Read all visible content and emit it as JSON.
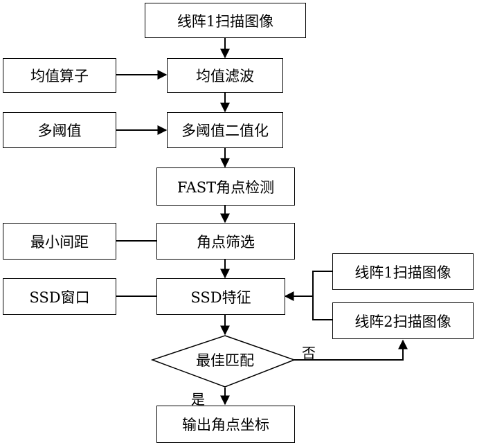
{
  "main": {
    "scan_image_1": "线阵1扫描图像",
    "mean_filter": "均值滤波",
    "multi_binarize": "多阈值二值化",
    "fast_detect": "FAST角点检测",
    "corner_select": "角点筛选",
    "ssd_feature": "SSD特征",
    "best_match": "最佳匹配",
    "output_coords": "输出角点坐标"
  },
  "inputs": {
    "mean_operator": "均值算子",
    "multi_threshold": "多阈值",
    "min_distance": "最小间距",
    "ssd_window": "SSD窗口"
  },
  "right": {
    "scan_image_1": "线阵1扫描图像",
    "scan_image_2": "线阵2扫描图像"
  },
  "edge_labels": {
    "no": "否",
    "yes": "是"
  }
}
